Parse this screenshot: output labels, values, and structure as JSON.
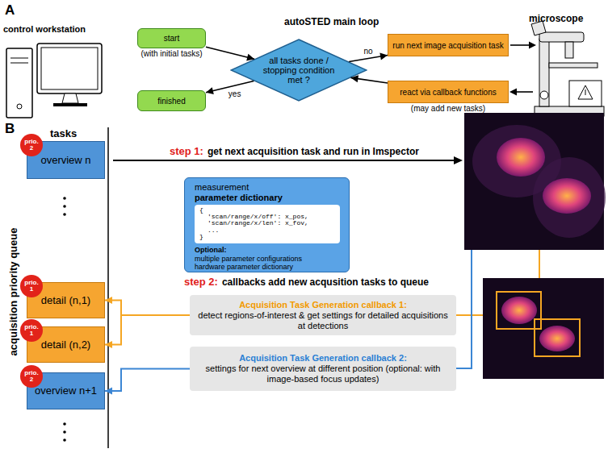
{
  "diagram": {
    "nodes": [
      {
        "text": [
          "start",
          "(with initial tasks)"
        ]
      },
      {
        "text": [
          "all tasks done / stopping condition met ?"
        ]
      },
      {
        "text": [
          "run next image acquisition task"
        ]
      },
      {
        "text": [
          "react via callback functions",
          "(may add new tasks)"
        ]
      },
      {
        "text": [
          "finished"
        ]
      },
      {
        "text": [
          "overview n"
        ]
      },
      {
        "text": [
          "prio. 2"
        ],
        "in": 5
      },
      {
        "text": [
          "detail (n,1)"
        ]
      },
      {
        "text": [
          "prio. 1"
        ],
        "in": 7
      },
      {
        "text": [
          "detail (n,2)"
        ]
      },
      {
        "text": [
          "prio. 1"
        ],
        "in": 9
      },
      {
        "text": [
          "overview n+1"
        ]
      },
      {
        "text": [
          "prio. 2"
        ],
        "in": 11
      },
      {
        "text": [
          "measurement",
          "parameter dictionary",
          "Optional:",
          "multiple parameter configurations",
          "hardware parameter dictionary"
        ]
      },
      {
        "text": [
          "{",
          "'scan/range/x/off': x_pos,",
          "'scan/range/x/len': x_fov,",
          "...",
          "}"
        ],
        "in": 13
      },
      {
        "text": [
          "Acquisition Task Generation callback 1:",
          "detect regions-of-interest & get settings for detailed acquisitions at detections"
        ]
      },
      {
        "text": [
          "Acquisition Task Generation callback 2:",
          "settings for next overview at different position (optional: with image-based focus updates)"
        ]
      }
    ],
    "edges": [
      {
        "from": 0,
        "to": 1,
        "arrow": "to"
      },
      {
        "from": 1,
        "to": 2,
        "label": "no",
        "arrow": "to"
      },
      {
        "from": 3,
        "to": 1,
        "arrow": "to"
      },
      {
        "from": 1,
        "to": 4,
        "label": "yes",
        "arrow": "to"
      },
      {
        "from": 15,
        "to": 7,
        "arrow": "to"
      },
      {
        "from": 15,
        "to": 9,
        "arrow": "to"
      },
      {
        "from": 16,
        "to": 11,
        "arrow": "to"
      }
    ],
    "labels": [
      "A",
      "control workstation",
      "autoSTED main loop",
      "microscope",
      "B",
      "tasks",
      "acquisition priority queue",
      "step 1:",
      "get next acquisition task and run in Imspector",
      "step 2:",
      "callbacks add new acqusition tasks to queue"
    ]
  }
}
